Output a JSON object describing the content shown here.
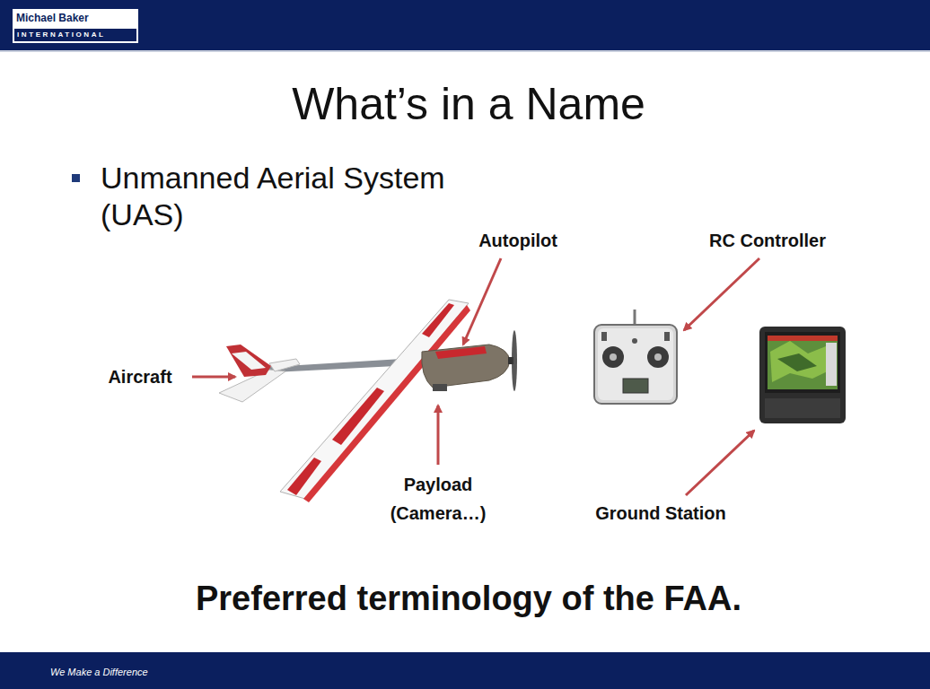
{
  "diagram": {
    "title": "What’s in a Name",
    "labels": [
      "Michael Baker",
      "INTERNATIONAL",
      "Unmanned Aerial System (UAS)",
      "Autopilot",
      "RC Controller",
      "Aircraft",
      "Payload (Camera…)",
      "Ground Station",
      "Preferred terminology of the FAA.",
      "We Make a Difference"
    ]
  }
}
